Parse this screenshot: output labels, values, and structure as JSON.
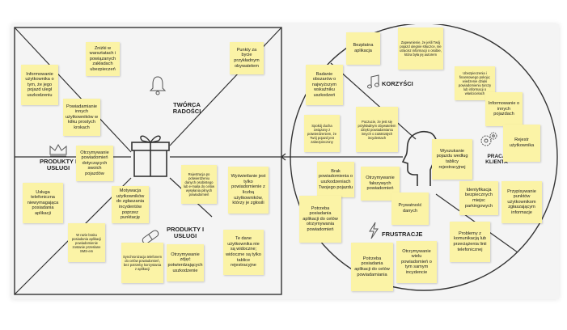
{
  "sections": {
    "gain_creators": "TWÓRCA RADOŚCI",
    "products_top": "PRODUKTY I USŁUGI",
    "products_bottom": "PRODUKTY I USŁUGI",
    "gains": "KORZYŚCI",
    "customer_job": "PRACA KLIENTA",
    "pains": "FRUSTRACJE"
  },
  "icons": {
    "gain_creators": "bell-icon",
    "products_top": "crown-icon",
    "products_center": "gift-icon",
    "products_bottom": "pill-icon",
    "gains": "music-note-icon",
    "customer_job": "gears-icon",
    "customer": "person-head-icon",
    "pains": "lightning-icon",
    "connector": "arrow-left-icon"
  },
  "notes_left": [
    "Zniżki w warsztatach i powiązanych zakładach ubezpieczeń",
    "Punkty za bycie przykładnym obywatelem",
    "Informowanie użytkownika o tym, że jego pojazd uległ uszkodzeniu",
    "Powiadamianie innych użytkowników w kilku prostych krokach",
    "Otrzymywanie powiadomień dotyczących swoich pojazdów",
    "Usługa telefoniczna niewymagająca posiadania aplikacji",
    "Motywacja użytkowników do zgłaszania incydentów poprzez punktację",
    "Rejestracja po potwierdzeniu danych osobistego lub e-maila do celów wysyłania pilnych powiadomień",
    "Wyświetlanie jest tylko powiadomienie z liczbą użytkowników, którzy je zgłosili",
    "W razie braku posiadania aplikacji powiadomienie zostanie przesłane SMS-em",
    "Synchronizacja telefonem do celów powiadomień, bez potrzeby korzystania z aplikacji",
    "Otrzymywanie zdjęć potwierdzających uszkodzenie",
    "Te dane użytkownika nie są widoczne; widoczne są tylko tablice rejestracyjne"
  ],
  "notes_right": [
    "Bezpłatna aplikacja",
    "Zapewnienie, że jeśli Twój pojazd ulegnie stłuczce, nie utracisz informacji o osobie, która była jej autorem",
    "Ubezpieczenia i finansowego pokoju; wiedzenie dzięki powiadomieniu tarczy lub informacji o właścicielach",
    "Badanie obszarów o najwyższym wskaźniku uszkodzeń",
    "Informowanie o innych pojazdach",
    "Spokój ducha związany z potwierdzeniem, że Twój pojazd jest zabezpieczony",
    "Poczucie, że jest się przykładnym obywatelem dzięki powiadamianiu innych o zaistniałych incydentach",
    "Wyszukanie pojazdu według tablicy rejestracyjnej",
    "Rejestr użytkownika",
    "Brak powiadomienia o uszkodzeniach Twojego pojazdu",
    "Otrzymywanie fałszywych powiadomień",
    "Identyfikacja bezpiecznych miejsc parkingowych",
    "Przypisywanie punktów użytkownikom zgłaszającym informacje",
    "Potrzeba posiadania aplikacji do celów otrzymywania powiadomień",
    "Prywatność danych",
    "Problemy z komunikacją lub przeciążenia linii telefonicznej",
    "Potrzeba posiadania aplikacji do celów powiadamiania",
    "Otrzymywanie wielu powiadomień o tym samym incydencie"
  ]
}
